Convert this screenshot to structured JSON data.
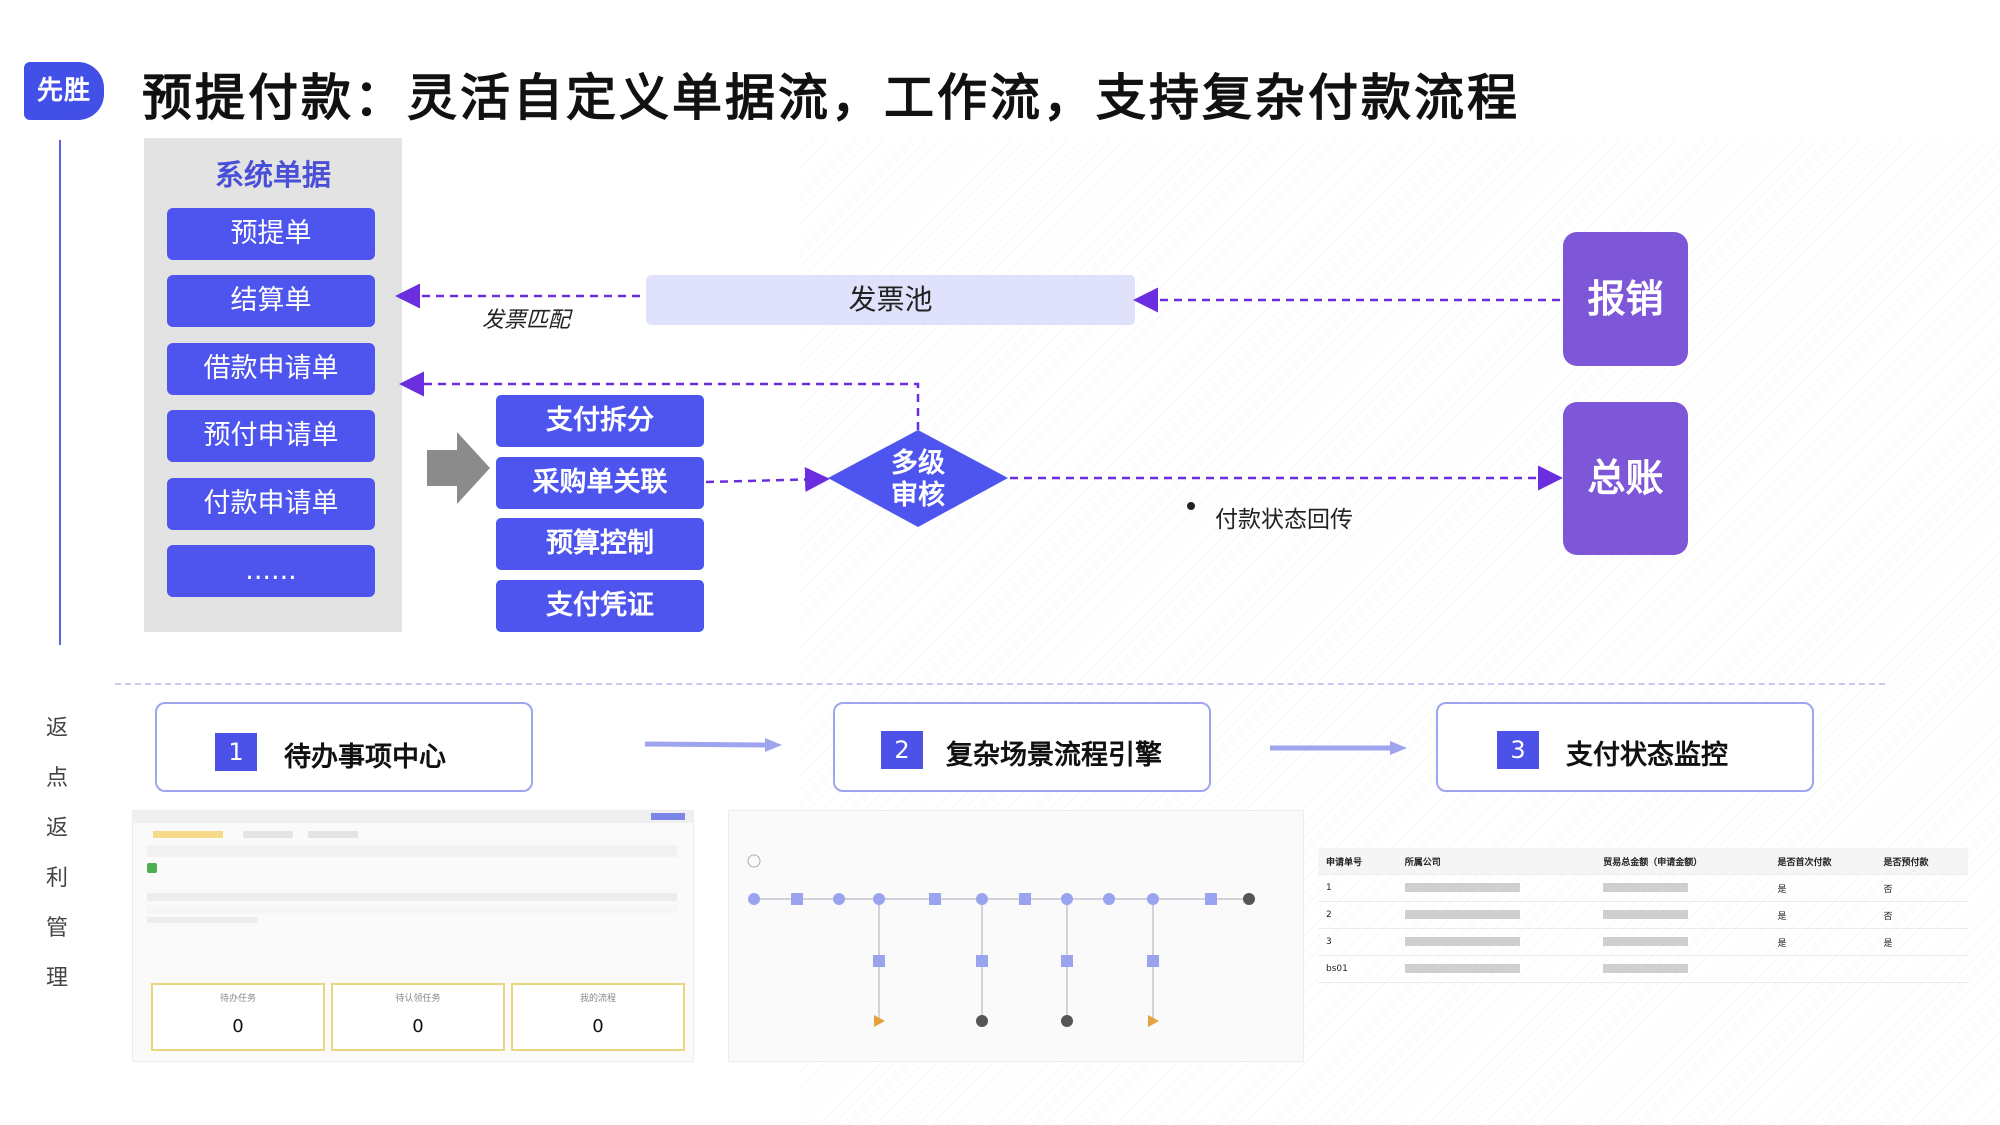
{
  "brand": {
    "logo_text": "先胜",
    "accent": "#4350e8",
    "purple": "#7e56d8"
  },
  "title": "预提付款：灵活自定义单据流，工作流，支持复杂付款流程",
  "side_chars": [
    "返",
    "点",
    "返",
    "利",
    "管",
    "理"
  ],
  "system_docs": {
    "title": "系统单据",
    "items": [
      "预提单",
      "结算单",
      "借款申请单",
      "预付申请单",
      "付款申请单",
      "......"
    ]
  },
  "features": [
    "支付拆分",
    "采购单关联",
    "预算控制",
    "支付凭证"
  ],
  "invoice_pool": "发票池",
  "invoice_match": "发票匹配",
  "review": {
    "line1": "多级",
    "line2": "审核"
  },
  "reimburse": "报销",
  "ledger": "总账",
  "status_note": "付款状态回传",
  "steps": [
    {
      "num": "1",
      "label": "待办事项中心"
    },
    {
      "num": "2",
      "label": "复杂场景流程引擎"
    },
    {
      "num": "3",
      "label": "支付状态监控"
    }
  ],
  "todo_screen": {
    "cards": [
      {
        "label": "待办任务",
        "value": "0"
      },
      {
        "label": "待认领任务",
        "value": "0"
      },
      {
        "label": "我的流程",
        "value": "0"
      }
    ]
  },
  "monitor_table": {
    "headers": [
      "申请单号",
      "所属公司",
      "贸易总金额（申请金额）",
      "是否首次付款",
      "是否预付款"
    ],
    "rows": [
      {
        "id": "1",
        "first": "是",
        "prepay": "否"
      },
      {
        "id": "2",
        "first": "是",
        "prepay": "否"
      },
      {
        "id": "3",
        "first": "是",
        "prepay": "是"
      },
      {
        "id": "bs01",
        "first": "",
        "prepay": ""
      }
    ]
  }
}
